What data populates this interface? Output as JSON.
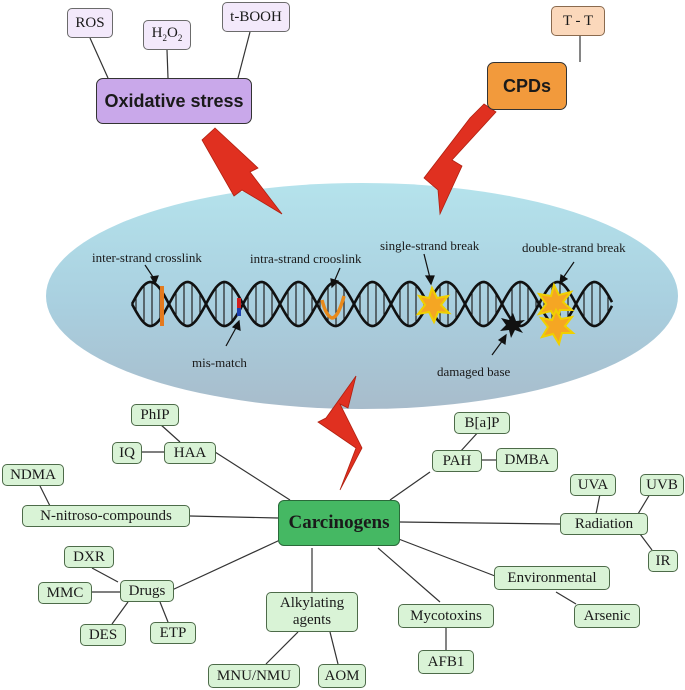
{
  "oxidative": {
    "title": "Oxidative stress",
    "leaves": [
      "ROS",
      "H2O2",
      "t-BOOH"
    ],
    "h2o2": {
      "h": "H",
      "sub1": "2",
      "o": "O",
      "sub2": "2"
    }
  },
  "cpds": {
    "title": "CPDs",
    "leaf": "T - T"
  },
  "dna": {
    "labels": {
      "inter": "inter-strand crosslink",
      "intra": "intra-strand crooslink",
      "single": "single-strand break",
      "double": "double-strand break",
      "mismatch": "mis-match",
      "damaged": "damaged base"
    }
  },
  "carcinogens": {
    "title": "Carcinogens",
    "haa": "HAA",
    "phip": "PhIP",
    "iq": "IQ",
    "pah": "PAH",
    "bap": "B[a]P",
    "dmba": "DMBA",
    "ndma": "NDMA",
    "nitroso": "N-nitroso-compounds",
    "radiation": "Radiation",
    "uva": "UVA",
    "uvb": "UVB",
    "ir": "IR",
    "drugs": "Drugs",
    "dxr": "DXR",
    "mmc": "MMC",
    "des": "DES",
    "etp": "ETP",
    "alkylating": "Alkylating agents",
    "mnu": "MNU/NMU",
    "aom": "AOM",
    "mycotoxins": "Mycotoxins",
    "afb1": "AFB1",
    "environmental": "Environmental",
    "arsenic": "Arsenic"
  },
  "colors": {
    "oxidative": "#c9a8ea",
    "cpds": "#f29a3c",
    "carcinogens": "#45b863",
    "arrow": "#e03020",
    "cell": "#a9dbe6"
  }
}
